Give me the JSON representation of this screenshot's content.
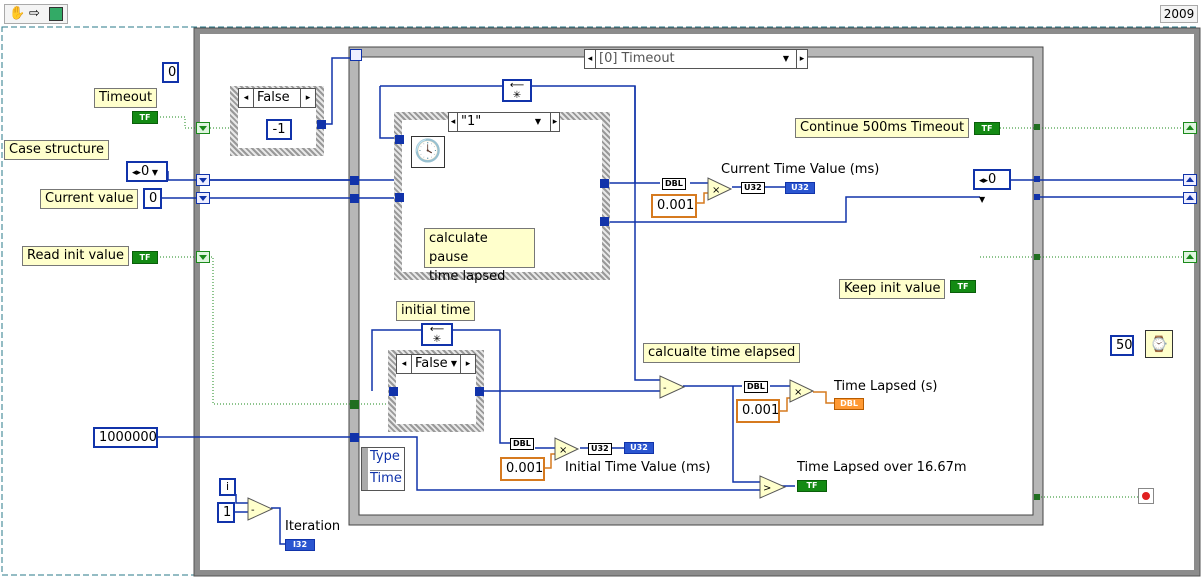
{
  "toolbar": {
    "hand": "hand-icon",
    "arrow": "arrow-icon",
    "vi": "vi-icon",
    "version": "2009"
  },
  "controls": {
    "timeout_const": "0",
    "timeout_label": "Timeout",
    "case_structure_label": "Case structure",
    "case_ring_value": "0",
    "current_value_label": "Current value",
    "current_value_const": "0",
    "read_init_label": "Read init value",
    "big_const": "1000000",
    "iter_one": "1",
    "iter_i": "i",
    "iteration_label": "Iteration",
    "false_case": "False",
    "minus_one": "-1",
    "fifty": "50"
  },
  "event": {
    "selector": "[0] Timeout",
    "type_label": "Type",
    "time_label": "Time"
  },
  "inner": {
    "case_one": "\"1\"",
    "calc_pause_1": "calculate pause",
    "calc_pause_2": "time lapsed",
    "current_time": "Current Time Value (ms)",
    "dbl1": "DBL",
    "mult1": "0.001",
    "u32a": "U32",
    "u32b": "U32",
    "initial_time": "initial time",
    "false_inner": "False",
    "dbl2": "DBL",
    "mult2": "0.001",
    "initial_time_value": "Initial Time Value (ms)",
    "u32c": "U32",
    "u32d": "U32",
    "calc_elapsed": "calcualte time elapsed",
    "dbl3": "DBL",
    "mult3": "0.001",
    "time_lapsed": "Time Lapsed (s)",
    "dbl_out": "DBL",
    "time_over": "Time Lapsed over 16.67m",
    "tf_out": "TF"
  },
  "right": {
    "continue_label": "Continue 500ms Timeout",
    "ring_out": "0",
    "keep_init": "Keep init value",
    "i32": "I32"
  },
  "colors": {
    "numeric": "#1133aa",
    "boolean": "#138a13",
    "double": "#ff9933"
  }
}
